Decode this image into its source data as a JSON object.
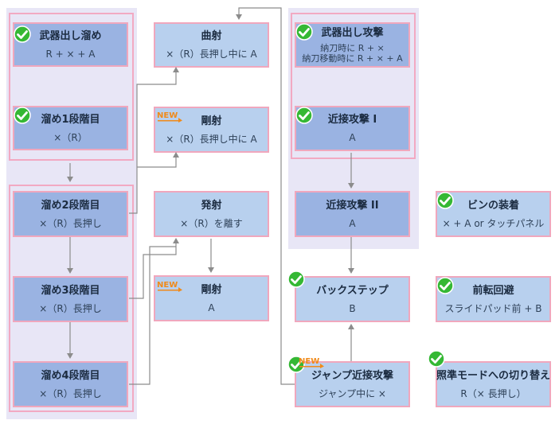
{
  "colors": {
    "node_fill": "#b8d0ee",
    "node_fill_dark": "#9ab3e2",
    "node_border": "#f0a7bd",
    "panel_fill": "#e8e6f6",
    "check_green": "#35b834",
    "new_orange": "#f08a1a",
    "arrow": "#8c8c8c"
  },
  "icons": {
    "check": "green-check-circle-icon",
    "new": "new-badge-icon"
  },
  "nodes": {
    "buki_dashi_tame": {
      "title": "武器出し溜め",
      "sub": "R + × + A"
    },
    "tame1": {
      "title": "溜め1段階目",
      "sub": "×（R）"
    },
    "tame2": {
      "title": "溜め2段階目",
      "sub": "×（R）長押し"
    },
    "tame3": {
      "title": "溜め3段階目",
      "sub": "×（R）長押し"
    },
    "tame4": {
      "title": "溜め4段階目",
      "sub": "×（R）長押し"
    },
    "kyokusha": {
      "title": "曲射",
      "sub": "×（R）長押し中に A"
    },
    "gousha_new": {
      "title": "剛射",
      "sub": "×（R）長押し中に A"
    },
    "hassha": {
      "title": "発射",
      "sub": "×（R）を離す"
    },
    "gousha2": {
      "title": "剛射",
      "sub": "A"
    },
    "buki_dashi_kougeki": {
      "title": "武器出し攻撃",
      "sub1": "納刀時に R + ×",
      "sub2": "納刀移動時に R + × + A"
    },
    "kinsetsu1": {
      "title": "近接攻撃 I",
      "sub": "A"
    },
    "kinsetsu2": {
      "title": "近接攻撃 II",
      "sub": "A"
    },
    "backstep": {
      "title": "バックステップ",
      "sub": "B"
    },
    "jump_kinsetsu": {
      "title": "ジャンプ近接攻撃",
      "sub": "ジャンプ中に ×"
    },
    "bin": {
      "title": "ビンの装着",
      "sub": "× + A or タッチパネル"
    },
    "zenten": {
      "title": "前転回避",
      "sub": "スライドパッド前 + B"
    },
    "shoujun": {
      "title": "照準モードへの切り替え",
      "sub": "R（× 長押し）"
    }
  },
  "new_badge_text": "NEW"
}
